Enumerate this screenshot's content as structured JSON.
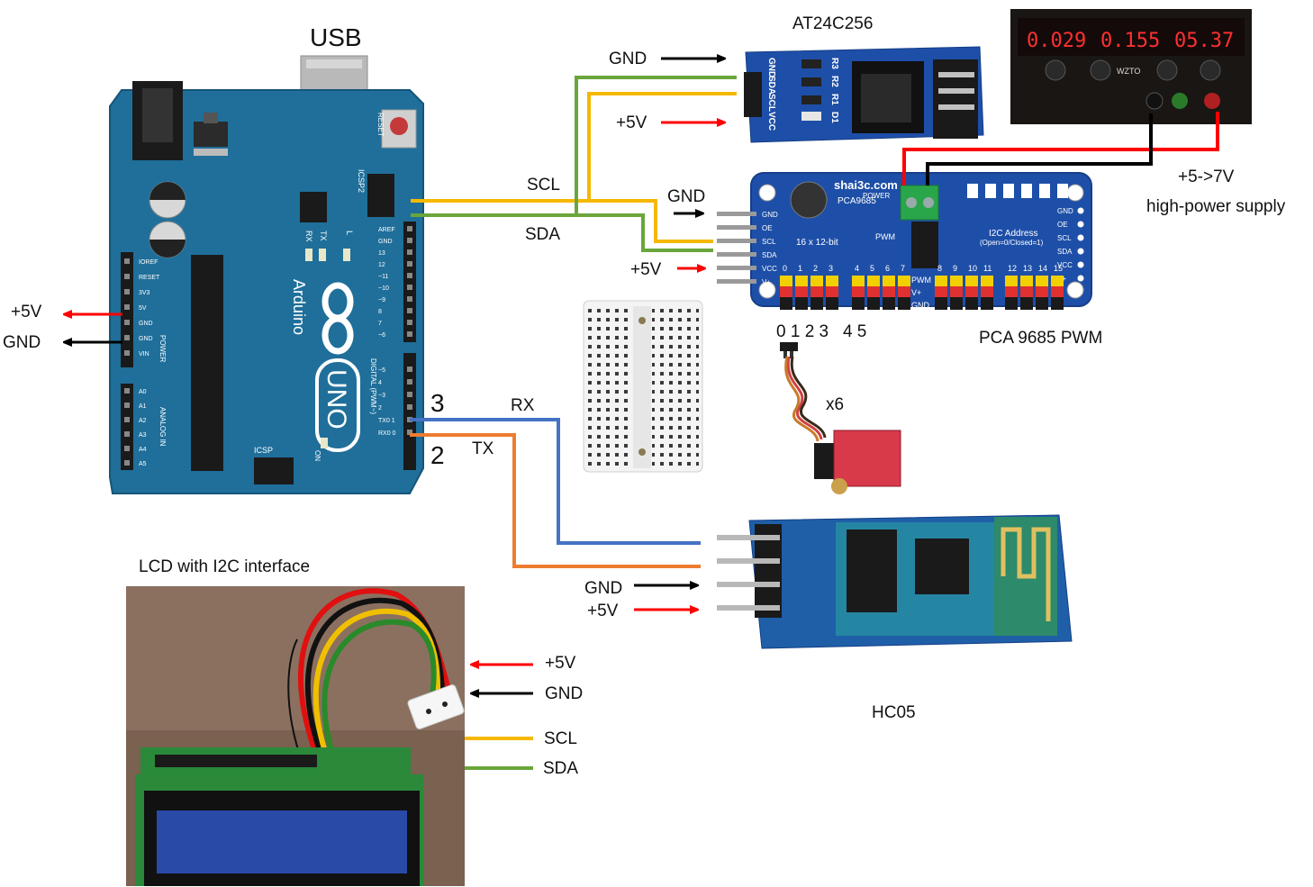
{
  "modules": {
    "arduino": {
      "usb_label": "USB",
      "board_text": "Arduino",
      "model": "UNO",
      "reset": "RESET",
      "icsp": "ICSP",
      "icsp2": "ICSP2",
      "digital": "DIGITAL (PWM~)",
      "analog": "ANALOG IN",
      "power": "POWER",
      "header_pins": [
        "IOREF",
        "RESET",
        "3V3",
        "5V",
        "GND",
        "GND",
        "VIN"
      ],
      "analog_pins": [
        "A0",
        "A1",
        "A2",
        "A3",
        "A4",
        "A5"
      ],
      "digital_pins": [
        "AREF",
        "GND",
        "13",
        "12",
        "~11",
        "~10",
        "~9",
        "8",
        "7",
        "~6",
        "~5",
        "4",
        "~3",
        "2",
        "TX0 1",
        "RX0 0"
      ]
    },
    "eeprom": {
      "name": "AT24C256",
      "pins": [
        "GND",
        "SDA",
        "SCL",
        "VCC"
      ],
      "resistors": [
        "R3",
        "R2",
        "R1",
        "D1"
      ]
    },
    "pca": {
      "name": "PCA 9685 PWM",
      "silk_brand": "shai3c.com",
      "silk_chip": "PCA9685",
      "silk_res": "16 x 12-bit",
      "silk_pwm": "PWM",
      "silk_addr": "I2C Address",
      "silk_addr2": "(Open=0/Closed=1)",
      "silk_power": "POWER",
      "left_pins": [
        "GND",
        "OE",
        "SCL",
        "SDA",
        "VCC",
        "V+"
      ],
      "right_pins": [
        "GND",
        "OE",
        "SCL",
        "SDA",
        "VCC",
        "V+"
      ],
      "rail_labels": [
        "PWM",
        "V+",
        "GND"
      ],
      "channels": [
        "0",
        "1",
        "2",
        "3",
        "4",
        "5",
        "6",
        "7",
        "8",
        "9",
        "10",
        "11",
        "12",
        "13",
        "14",
        "15"
      ]
    },
    "hc05": {
      "name": "HC05"
    },
    "lcd": {
      "name": "LCD with I2C interface"
    },
    "supply": {
      "display": [
        "0.029",
        "0.155",
        "05.37"
      ],
      "brand": "WZTO",
      "caption_line1": "+5->7V",
      "caption_line2": "high-power supply"
    },
    "servo": {
      "count_label": "x6"
    }
  },
  "labels": {
    "eeprom_gnd": "GND",
    "eeprom_5v": "+5V",
    "pca_gnd": "GND",
    "pca_5v": "+5V",
    "servo_channels": "0 1 2 3   4 5",
    "scl": "SCL",
    "sda": "SDA",
    "ard_5v": "+5V",
    "ard_gnd": "GND",
    "pin3": "3",
    "pin2": "2",
    "rx": "RX",
    "tx": "TX",
    "hc_gnd": "GND",
    "hc_5v": "+5V",
    "lcd_5v": "+5V",
    "lcd_gnd": "GND",
    "lcd_scl": "SCL",
    "lcd_sda": "SDA"
  },
  "colors": {
    "board_blue": "#1f6f9a",
    "board_dark": "#0f4d73",
    "wire_scl": "#f5b800",
    "wire_sda": "#6aa63b",
    "wire_rx": "#4472c4",
    "wire_tx": "#ed7d31",
    "wire_5v": "#ff0000",
    "wire_gnd": "#000000"
  }
}
